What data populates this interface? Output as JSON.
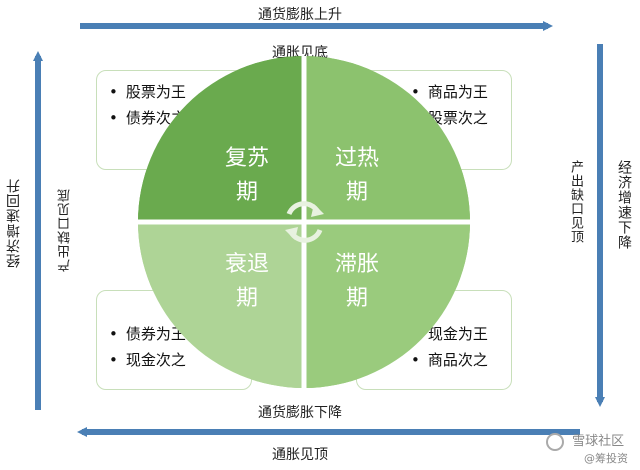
{
  "arrows": {
    "top": "通货膨胀上升",
    "bottom_upper": "通货膨胀下降",
    "left_outer": "经济增速回升",
    "right_outer": "经济增速下降"
  },
  "inner_labels": {
    "top": "通胀见底",
    "bottom": "通胀见顶",
    "left": "产出缺口见底",
    "right": "产出缺口见顶"
  },
  "quadrants": {
    "recovery": {
      "line1": "复苏",
      "line2": "期"
    },
    "overheat": {
      "line1": "过热",
      "line2": "期"
    },
    "recession": {
      "line1": "衰退",
      "line2": "期"
    },
    "stagflation": {
      "line1": "滞胀",
      "line2": "期"
    }
  },
  "cards": {
    "top_left": [
      "股票为王",
      "债券次之"
    ],
    "top_right": [
      "商品为王",
      "股票次之"
    ],
    "bottom_left": [
      "债券为王",
      "现金次之"
    ],
    "bottom_right": [
      "现金为王",
      "商品次之"
    ]
  },
  "watermark": {
    "line1": "雪球社区",
    "line2": "@筹投资"
  },
  "colors": {
    "arrow": "#4a7fb5",
    "recovery": "#6aaa4e",
    "overheat": "#8cc26e",
    "recession": "#aed496",
    "stagflation": "#9acb7d",
    "card_border": "#c8dfba"
  }
}
